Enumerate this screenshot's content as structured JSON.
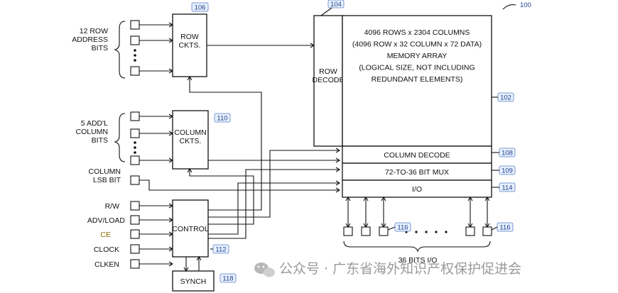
{
  "diagram": {
    "fig_ref": "100",
    "inputs": {
      "row_address": "12 ROW\nADDRESS\nBITS",
      "column_bits": "5 ADD'L\nCOLUMN\nBITS",
      "column_lsb": "COLUMN\nLSB BIT",
      "control_signals": [
        "R/W",
        "ADV/LOAD",
        "CE",
        "CLOCK",
        "CLKEN"
      ]
    },
    "blocks": {
      "row_ckts": {
        "label": "ROW\nCKTS.",
        "ref": "106"
      },
      "column_ckts": {
        "label": "COLUMN\nCKTS.",
        "ref": "110"
      },
      "control": {
        "label": "CONTROL",
        "ref": "112"
      },
      "synch": {
        "label": "SYNCH",
        "ref": "118"
      },
      "row_decode": {
        "label": "ROW\nDECODE",
        "ref": "104"
      },
      "memory_array": {
        "label": "4096 ROWS x 2304 COLUMNS\n(4096 ROW x 32 COLUMN x 72 DATA)\nMEMORY ARRAY\n(LOGICAL SIZE, NOT INCLUDING\nREDUNDANT ELEMENTS)",
        "ref": "102"
      },
      "column_decode": {
        "label": "COLUMN DECODE",
        "ref": "108"
      },
      "bit_mux": {
        "label": "72-TO-36 BIT MUX",
        "ref": "109"
      },
      "io": {
        "label": "I/O",
        "ref": "114"
      }
    },
    "io_pins": {
      "ref": "116",
      "bus_label": "36 BITS I/O"
    }
  },
  "watermark": "公众号 · 广东省海外知识产权保护促进会"
}
